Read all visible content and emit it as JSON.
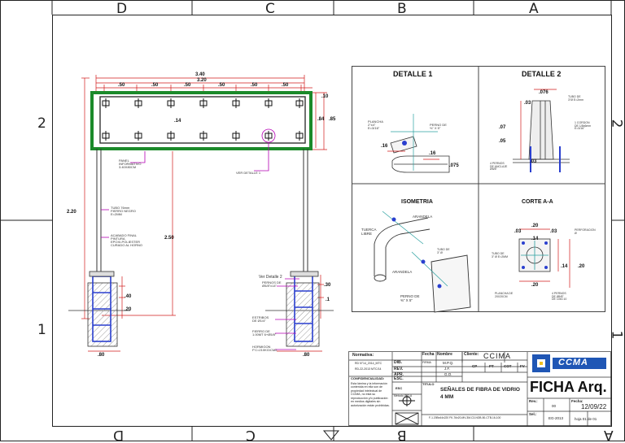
{
  "zones": {
    "top": [
      "D",
      "C",
      "B",
      "A"
    ],
    "bottom": [
      "D",
      "C",
      "B",
      "A"
    ],
    "left": [
      "2",
      "1"
    ],
    "right": [
      "2",
      "1"
    ]
  },
  "colors": {
    "frame_green": "#1b8a2a",
    "dim_red": "#d21a1a",
    "leader_magenta": "#b400b4",
    "rebar_blue": "#2a3fcf",
    "hatch_gray": "#9a9a9a",
    "logo_blue": "#1f56b5",
    "logo_yellow": "#f0c020"
  },
  "elevation": {
    "dim_total": "3.40",
    "dim_inner": "3.20",
    "dim_spacing": [
      ".50",
      ".50",
      ".50",
      ".50",
      ".50",
      ".50"
    ],
    "dim_10": ".10",
    "dim_14": ".14",
    "dim_85": ".85",
    "dim_84": ".84",
    "dim_220": "2.20",
    "dim_250": "2.50",
    "dim_80_left": ".80",
    "dim_80_right": ".80",
    "dim_40": ".40",
    "dim_20": ".20",
    "dim_30": ".30",
    "dim_1": ".1",
    "panel_note": "PANEL\nINFORMATIVO\n3.40X80CM",
    "ver_detalle_1": "VER DETALLE 1",
    "tubo_note": "TUBO 76mm\nFIERRO NEGRO\nE=2MM",
    "acabado_note": "ACABADO FINAL\nPINTURA\nEPOXI-POLIESTER\nCURADO AL HORNO",
    "ver_detalle_2": "Ver Detalle 2",
    "pernos_note": "PERNOS DE\nØ5/8\"x14\"",
    "estribos_note": "ESTRIBOS\nDE Ø1/4\"",
    "fierro_note": "FIERRO DE\n1.00MT 6+Ø5/8\"",
    "hormigon_note": "HORMIGON\nF'C=210KG/CM2"
  },
  "detalle1": {
    "title": "DETALLE 1",
    "plancha": "PLANCHA\n2\"x4\"\nE=3/16\"",
    "perno": "PERNO DE\n⅜\" X 5\"",
    "d16a": ".16",
    "d16b": ".16",
    "d075": ".075"
  },
  "detalle2": {
    "title": "DETALLE 2",
    "d076": ".076",
    "d03": ".03",
    "d07": ".07",
    "d05": ".05",
    "d03b": ".03",
    "tubo": "TUBO DE\n3\"Ø E=2mm",
    "cordon": "1 CORDON\nDE 1/8x6mm\nE=3/16\"",
    "pernos": "4 PERNOS\nDE ANCLAJE\nØ5/8\""
  },
  "isometria": {
    "title": "ISOMETRIA",
    "arandela_top": "ARANDELA",
    "tuerca": "TUERCA\nLIBRE",
    "arandela_mid": "ARANDELA",
    "tubo": "TUBO DE\n3\" Ø",
    "perno": "PERNO DE\n⅜\" X 5\""
  },
  "corte": {
    "title": "CORTE A-A",
    "d20a": ".20",
    "d03a": ".03",
    "d03b": ".03",
    "d14a": ".14",
    "d14b": ".14",
    "d20b": ".20",
    "d20c": ".20",
    "perforacion": "PERFORACION\nØ",
    "tubo": "TUBO DE\n3\" Ø E=2MM",
    "plancha": "PLANCHA DE\n20X20CM",
    "pernos": "4 PERNOS\nDE Ø5/8\"\nDE 10x0.10"
  },
  "titleblock": {
    "normativa_label": "Normativa:",
    "normativa_1": "RD N°14_2014_MTC",
    "normativa_2": "RD-22-2013 MTC/14",
    "dib": "DIB.",
    "rev": "REV.",
    "apr": "APR.",
    "esc": "ESC.",
    "titulo": "TITULO",
    "firma": "FIRMA",
    "dib_name": "M.P.Q.",
    "rev_name": "J.F.",
    "apr_name": "G.O.",
    "esc_val": "ESC",
    "fecha_label": "Fecha",
    "nombre_label": "Nombre",
    "cliente_label": "Cliente:",
    "cliente": "CCIMA",
    "col_cp": "CP",
    "col_pt": "PT",
    "col_cot": "COT",
    "col_fv": "FV",
    "confidencialidad_label": "CONFIDENCIALIDAD:",
    "confidencialidad": "Esta lámina y la información contenida en ella son de propiedad intelectual de CCIMA, no está su reproducción y/o publicación en medios digitales sin autorización están prohibidas.",
    "metodo": "Metodo ISO-A",
    "title_1": "SEÑALES DE FIBRA DE VIDRIO",
    "title_2": "4 MM",
    "file_ref": "F-1.20Bx44x220 FK-76x20-MV-3M-C3-NOB-50-CTB-16-100",
    "logo_text": "CCMA",
    "ficha": "FICHA Arq.",
    "rev_label": "Rev.:",
    "rev_val": "00",
    "fecha_label2": "Fecha:",
    "fecha_val": "12/09/22",
    "sel_label": "Sel.:",
    "sel_val": "EG-2013",
    "hoja": "hoja 01 de 01"
  }
}
